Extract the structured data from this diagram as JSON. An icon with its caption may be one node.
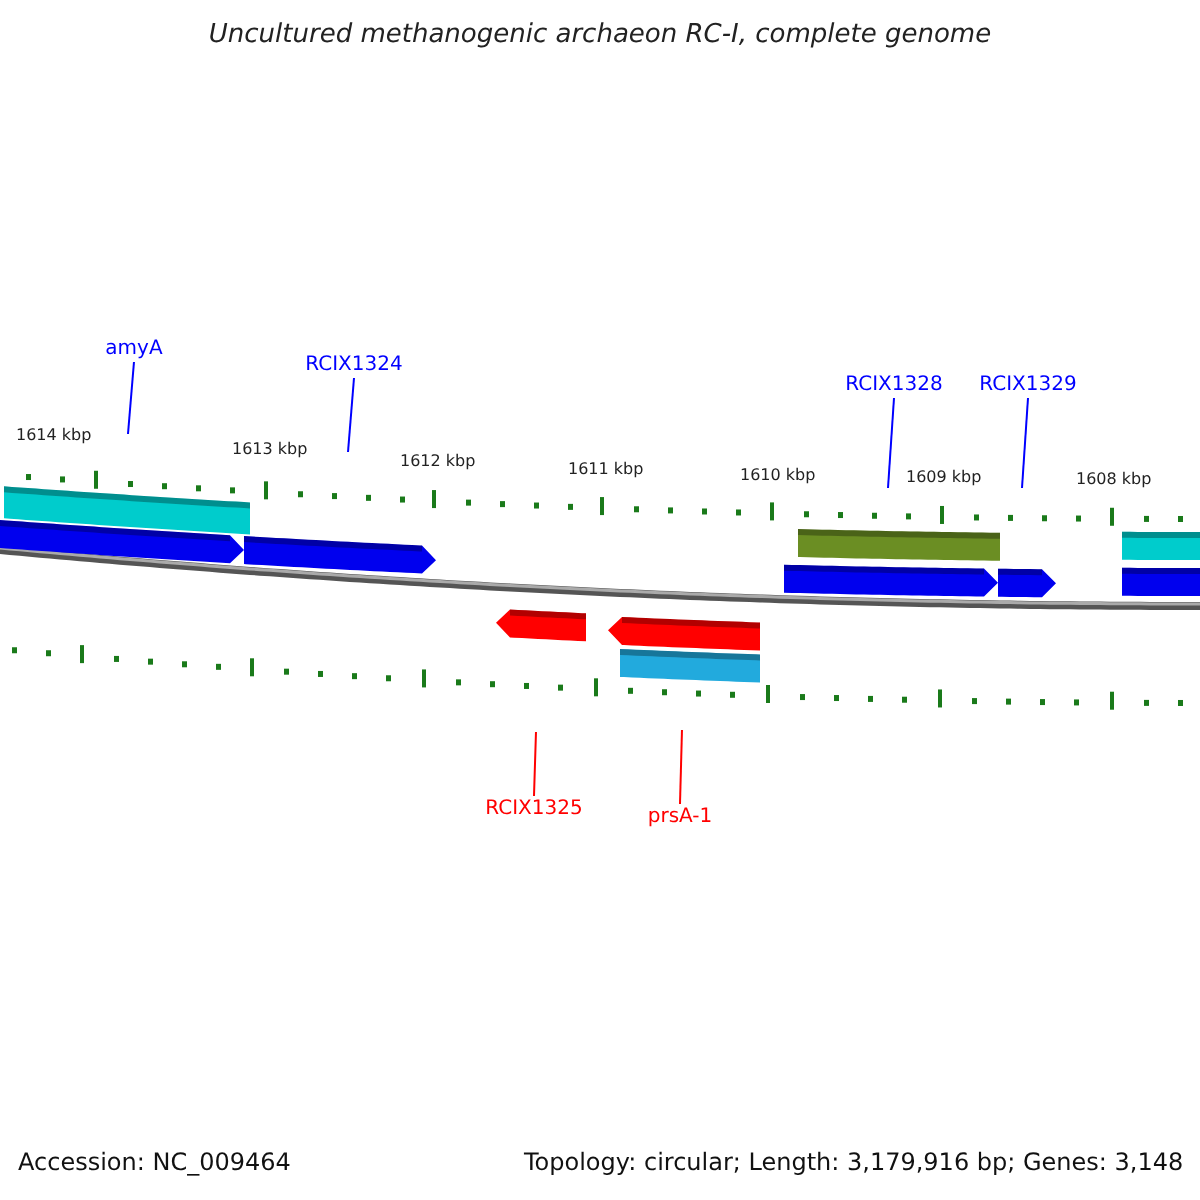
{
  "diagram": {
    "title": "Uncultured methanogenic archaeon RC-I, complete genome",
    "nodes": [
      {
        "text": [
          "amyA"
        ]
      },
      {
        "text": [
          "RCIX1324"
        ]
      },
      {
        "text": [
          "RCIX1328"
        ]
      },
      {
        "text": [
          "RCIX1329"
        ]
      },
      {
        "text": [
          "RCIX1325"
        ]
      },
      {
        "text": [
          "prsA-1"
        ]
      }
    ],
    "edges": [
      {
        "from": 0,
        "to": null,
        "arrow": "none"
      },
      {
        "from": 1,
        "to": null,
        "arrow": "none"
      },
      {
        "from": 2,
        "to": null,
        "arrow": "none"
      },
      {
        "from": 3,
        "to": null,
        "arrow": "none"
      },
      {
        "from": 4,
        "to": null,
        "arrow": "none",
        "color": "#ff0000"
      },
      {
        "from": 5,
        "to": null,
        "arrow": "none",
        "color": "#ff0000"
      }
    ],
    "labels": [
      "1614 kbp",
      "1613 kbp",
      "1612 kbp",
      "1611 kbp",
      "1610 kbp",
      "1609 kbp",
      "1608 kbp",
      "Accession: NC_009464",
      "Topology: circular; Length: 3,179,916 bp; Genes: 3,148"
    ]
  }
}
